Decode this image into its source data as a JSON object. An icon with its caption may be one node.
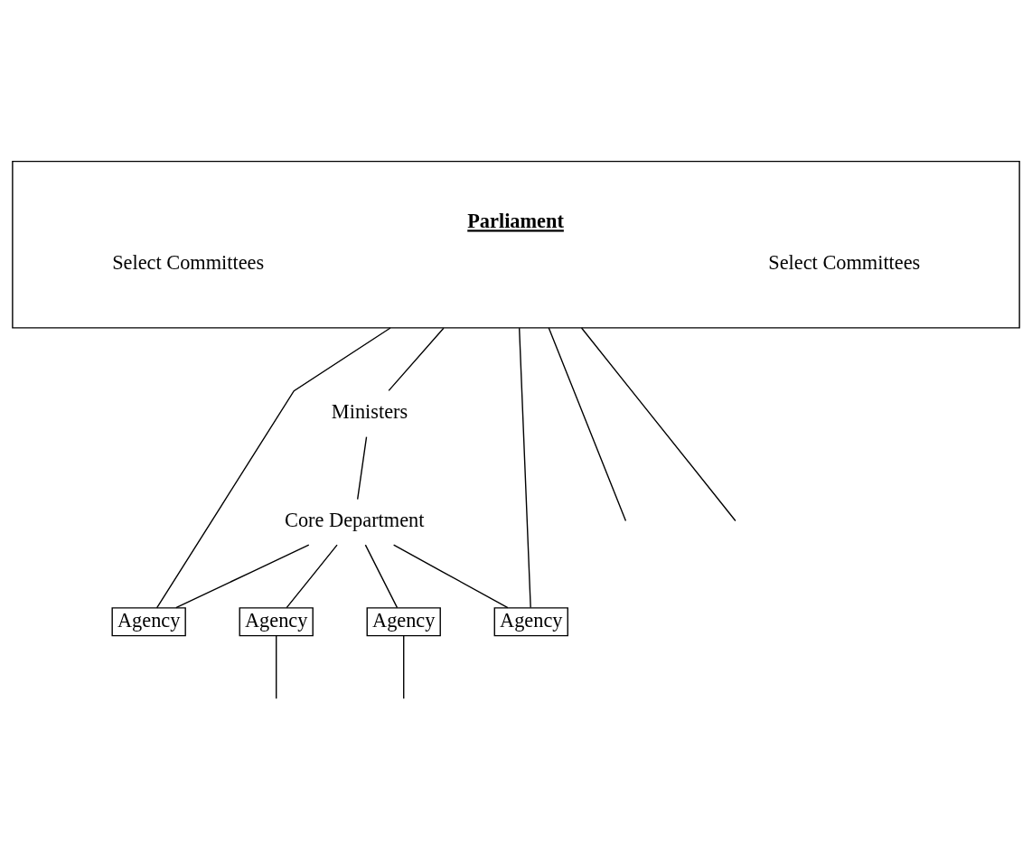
{
  "diagram": {
    "nodes": [
      {
        "text": [
          "Parliament",
          "Select Committees",
          "Select Committees"
        ]
      },
      {
        "text": [
          "Ministers"
        ]
      },
      {
        "text": [
          "Core Department"
        ]
      },
      {
        "text": [
          "Agency"
        ]
      },
      {
        "text": [
          "Agency"
        ]
      },
      {
        "text": [
          "Agency"
        ]
      },
      {
        "text": [
          "Agency"
        ]
      }
    ],
    "edges": [
      {
        "from": 0,
        "to": 1,
        "arrow": "none"
      },
      {
        "from": 1,
        "to": 2,
        "arrow": "none"
      },
      {
        "from": 2,
        "to": 3,
        "arrow": "none"
      },
      {
        "from": 2,
        "to": 4,
        "arrow": "none"
      },
      {
        "from": 2,
        "to": 5,
        "arrow": "none"
      },
      {
        "from": 2,
        "to": 6,
        "arrow": "none"
      },
      {
        "from": 0,
        "to": 3,
        "arrow": "none"
      },
      {
        "from": 0,
        "to": 6,
        "arrow": "none"
      },
      {
        "from": 0,
        "to": null,
        "arrow": "none"
      },
      {
        "from": 4,
        "to": null,
        "arrow": "none"
      },
      {
        "from": 5,
        "to": null,
        "arrow": "none"
      },
      {
        "from": 0,
        "to": null,
        "arrow": "none"
      }
    ]
  }
}
